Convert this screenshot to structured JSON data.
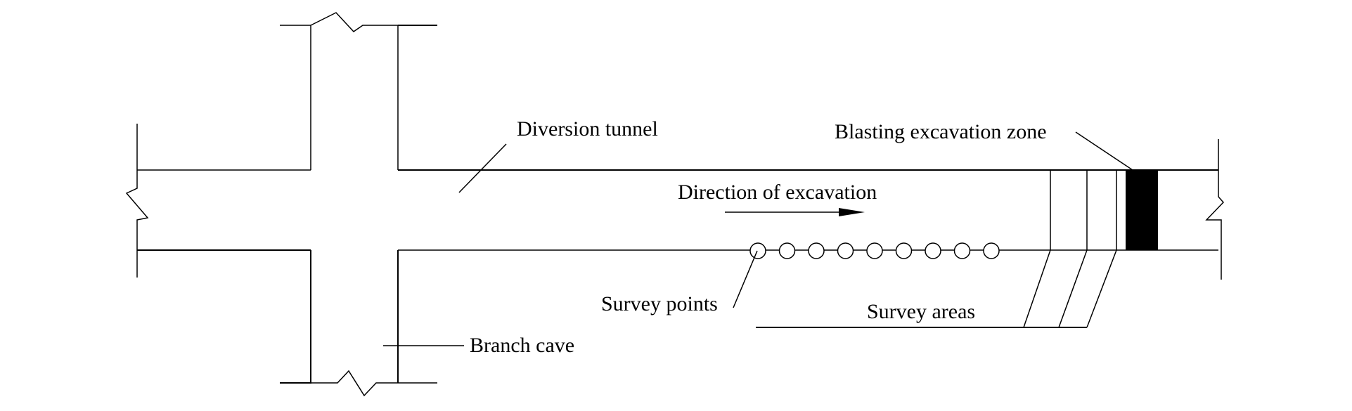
{
  "labels": {
    "diversion_tunnel": "Diversion tunnel",
    "blasting_zone": "Blasting excavation zone",
    "direction": "Direction of excavation",
    "survey_points": "Survey points",
    "survey_areas": "Survey areas",
    "branch_cave": "Branch cave"
  },
  "survey_point_count": 9,
  "colors": {
    "line": "#000000",
    "background": "#ffffff",
    "blasting_zone_fill": "#000000"
  }
}
